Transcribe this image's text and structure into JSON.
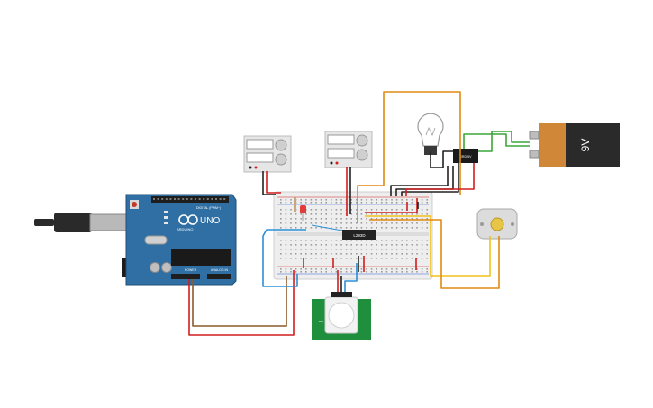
{
  "colors": {
    "background": "#ffffff",
    "arduino_board": "#2f6fa3",
    "breadboard": "#eeeeee",
    "wire_red": "#d11f1f",
    "wire_black": "#222222",
    "wire_orange": "#e08a12",
    "wire_green": "#3aa63a",
    "wire_blue": "#2c8fd6",
    "wire_brown": "#8a5a2b",
    "wire_yellow": "#f0c21b",
    "battery_body": "#d08838",
    "battery_cap": "#2a2a2a",
    "pir_board": "#1f8f3e"
  },
  "arduino": {
    "name_label": "UNO",
    "brand_label": "ARDUINO",
    "digital_header_label": "DIGITAL (PWM~)",
    "power_header_label": "POWER",
    "analog_header_label": "ANALOG IN"
  },
  "battery": {
    "label": "9V"
  },
  "ic": {
    "label": "L293D"
  },
  "relay": {
    "label": "SRD-5V"
  },
  "pir": {
    "label": "PIR"
  }
}
